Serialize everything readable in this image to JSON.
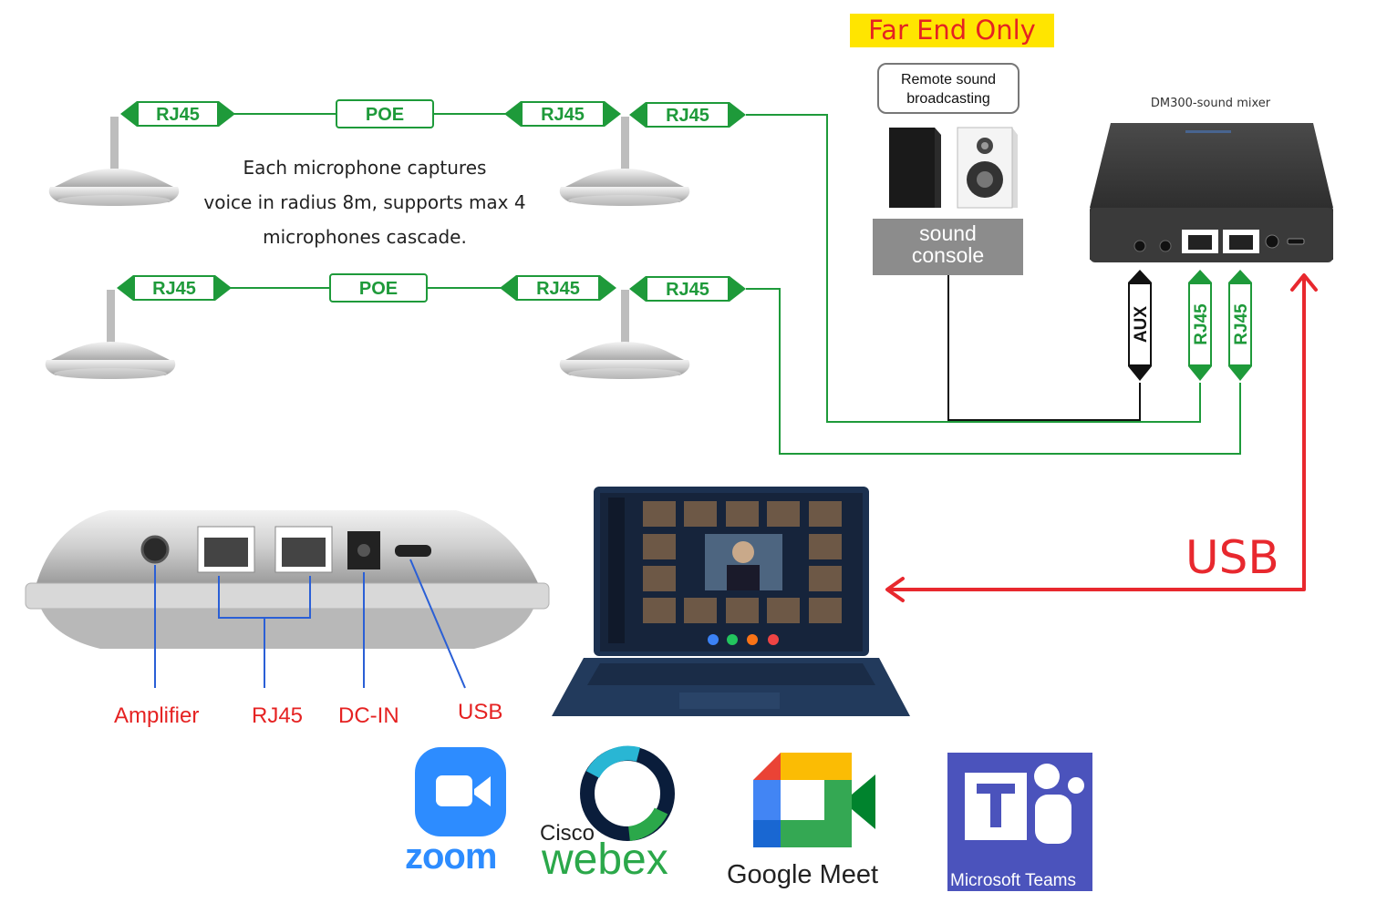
{
  "far_end": {
    "label": "Far End Only"
  },
  "remote": {
    "label_line1": "Remote sound",
    "label_line2": "broadcasting"
  },
  "console": {
    "label_line1": "sound",
    "label_line2": "console"
  },
  "mixer": {
    "title": "DM300-sound mixer",
    "port_labels": [
      "AUX",
      "RJ45",
      "RJ45"
    ]
  },
  "chain_top": {
    "tags": [
      "RJ45",
      "POE",
      "RJ45",
      "RJ45"
    ]
  },
  "chain_bottom": {
    "tags": [
      "RJ45",
      "POE",
      "RJ45",
      "RJ45"
    ]
  },
  "caption": {
    "line1": "Each microphone captures",
    "line2": "voice in radius 8m, supports max 4",
    "line3": "microphones cascade."
  },
  "usb_link": {
    "label": "USB"
  },
  "device_ports": {
    "labels": [
      "Amplifier",
      "RJ45",
      "DC-IN",
      "USB"
    ]
  },
  "apps": {
    "zoom": "zoom",
    "webex_small": "Cisco",
    "webex": "webex",
    "google_meet": "Google Meet",
    "teams": "Microsoft Teams"
  },
  "colors": {
    "green": "#1e9a3a",
    "red": "#e8282e",
    "yellow": "#ffe500",
    "laptop": "#1c3150",
    "mixer": "#3c3c3c"
  }
}
